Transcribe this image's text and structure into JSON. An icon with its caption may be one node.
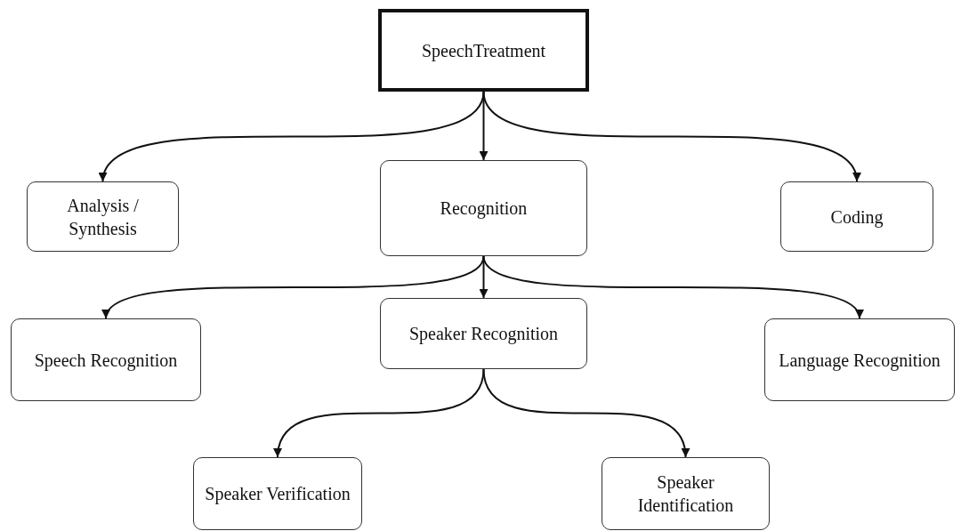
{
  "diagram": {
    "nodes": [
      {
        "text": [
          "SpeechTreatment"
        ]
      },
      {
        "text": [
          "Analysis / Synthesis"
        ]
      },
      {
        "text": [
          "Recognition"
        ]
      },
      {
        "text": [
          "Coding"
        ]
      },
      {
        "text": [
          "Speech Recognition"
        ]
      },
      {
        "text": [
          "Speaker Recognition"
        ]
      },
      {
        "text": [
          "Language Recognition"
        ]
      },
      {
        "text": [
          "Speaker Verification"
        ]
      },
      {
        "text": [
          "Speaker Identification"
        ]
      }
    ],
    "edges": [
      {
        "from": 0,
        "to": 1,
        "arrow": "to"
      },
      {
        "from": 0,
        "to": 2,
        "arrow": "to"
      },
      {
        "from": 0,
        "to": 3,
        "arrow": "to"
      },
      {
        "from": 2,
        "to": 4,
        "arrow": "to"
      },
      {
        "from": 2,
        "to": 5,
        "arrow": "to"
      },
      {
        "from": 2,
        "to": 6,
        "arrow": "to"
      },
      {
        "from": 5,
        "to": 7,
        "arrow": "to"
      },
      {
        "from": 5,
        "to": 8,
        "arrow": "to"
      }
    ]
  }
}
